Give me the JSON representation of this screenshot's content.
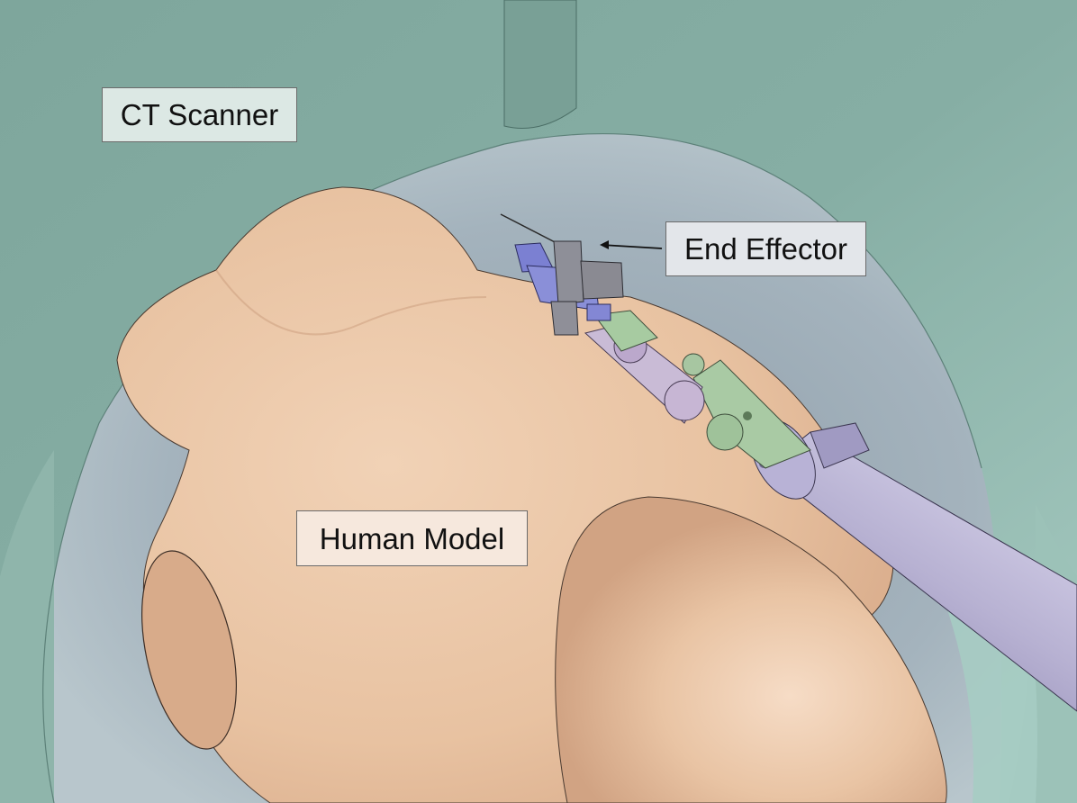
{
  "labels": {
    "ct_scanner": "CT Scanner",
    "end_effector": "End Effector",
    "human_model": "Human Model"
  },
  "colors": {
    "scanner": "#7fa89f",
    "scanner_dark": "#5f8a80",
    "bore_background": "#93a3ad",
    "skin": "#e9c3a2",
    "skin_shadow": "#cfa184",
    "robot_arm": "#b9b3d3",
    "robot_green": "#a8c9a3",
    "end_effector_block": "#8d8d95",
    "end_effector_blue": "#7b7fcf",
    "label_ct_bg": "#dce8e4",
    "label_ee_bg": "#e3e6ea",
    "label_hm_bg": "#f6e8dd"
  }
}
